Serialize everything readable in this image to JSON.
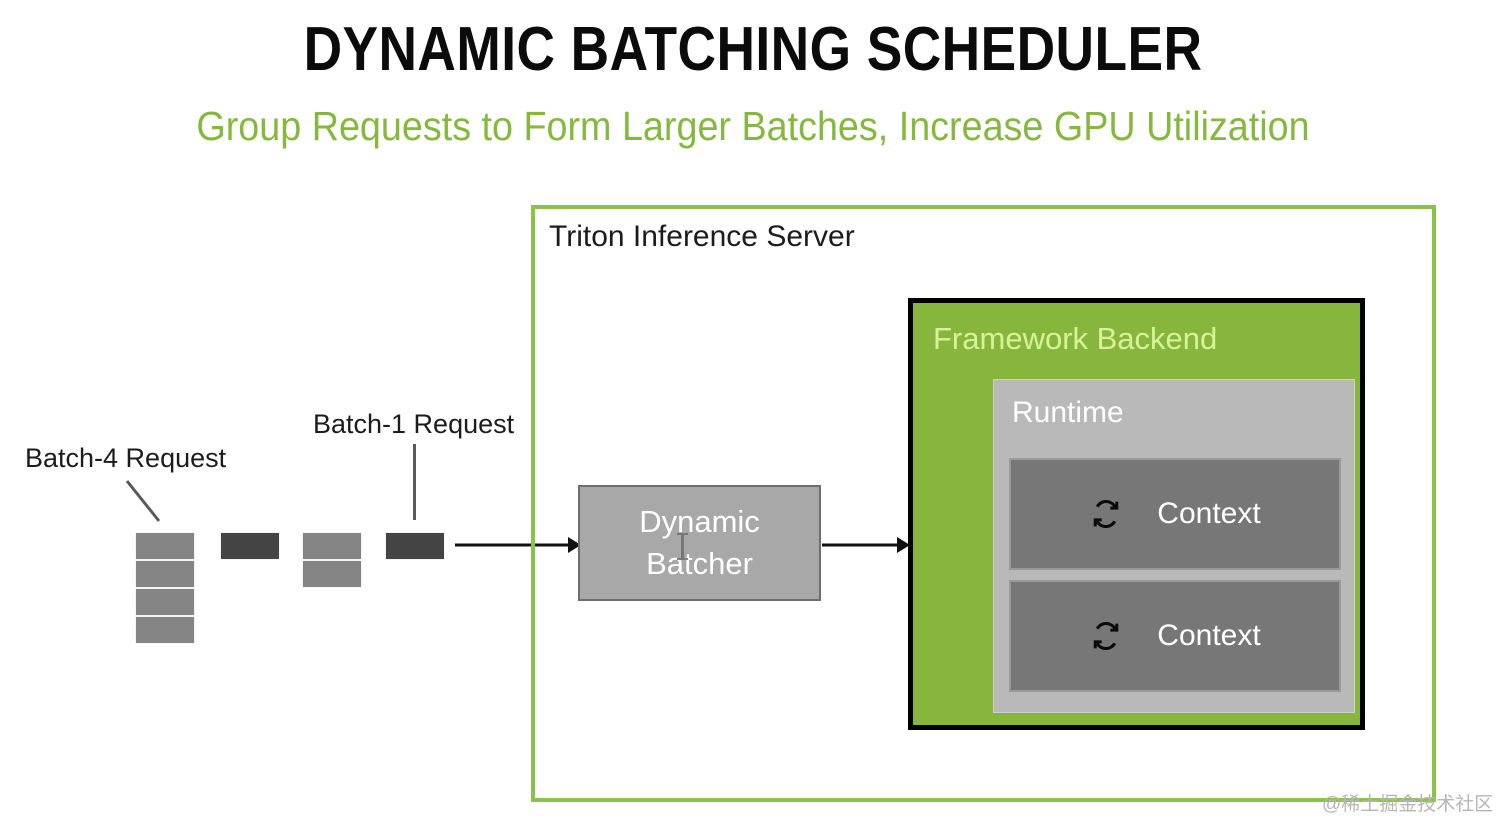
{
  "slide": {
    "title": "DYNAMIC BATCHING SCHEDULER",
    "subtitle": "Group Requests to Form Larger Batches, Increase GPU Utilization",
    "title_color": "#0b0b0b",
    "subtitle_color": "#86b83e",
    "background": "#ffffff"
  },
  "diagram": {
    "type": "architecture-flow",
    "server": {
      "label": "Triton Inference Server",
      "border_color": "#8bc34a"
    },
    "callouts": [
      {
        "id": "batch-4",
        "label": "Batch-4 Request"
      },
      {
        "id": "batch-1",
        "label": "Batch-1 Request"
      }
    ],
    "requests": [
      {
        "id": "request-1",
        "batch_size": 4,
        "shade": "light",
        "color": "#858585"
      },
      {
        "id": "request-2",
        "batch_size": 1,
        "shade": "dark",
        "color": "#444444"
      },
      {
        "id": "request-3",
        "batch_size": 2,
        "shade": "light",
        "color": "#858585"
      },
      {
        "id": "request-4",
        "batch_size": 1,
        "shade": "dark",
        "color": "#444444"
      }
    ],
    "batcher": {
      "label": "Dynamic\nBatcher",
      "fill": "#a8a8a8",
      "text_color": "#ffffff"
    },
    "backend": {
      "label": "Framework Backend",
      "fill": "#86b73c",
      "text_color": "#d9f29a",
      "border_color": "#000000"
    },
    "runtime": {
      "label": "Runtime",
      "fill": "#b9b9b9",
      "text_color": "#ffffff"
    },
    "contexts": [
      {
        "label": "Context",
        "icon": "sync-icon",
        "fill": "#777777"
      },
      {
        "label": "Context",
        "icon": "sync-icon",
        "fill": "#777777"
      }
    ],
    "arrows": [
      {
        "id": "requests-to-batcher",
        "from": "request-queue",
        "to": "dynamic-batcher"
      },
      {
        "id": "batcher-to-backend",
        "from": "dynamic-batcher",
        "to": "framework-backend"
      }
    ]
  },
  "watermark": {
    "text": "@稀土掘金技术社区"
  }
}
